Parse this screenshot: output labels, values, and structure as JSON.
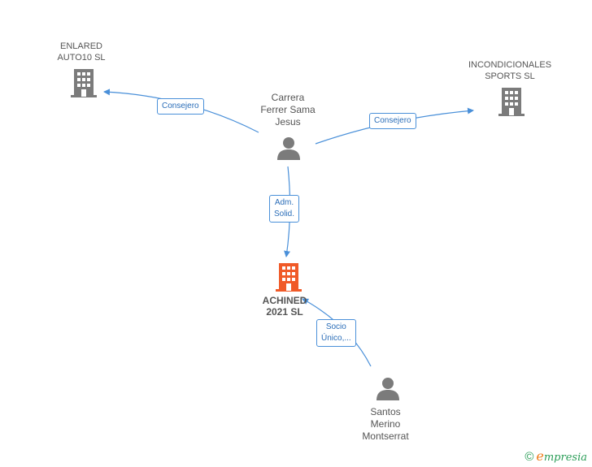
{
  "nodes": {
    "enlared": {
      "lines": [
        "ENLARED",
        "AUTO10 SL"
      ]
    },
    "incondicionales": {
      "lines": [
        "INCONDICIONALES",
        "SPORTS SL"
      ]
    },
    "carrera": {
      "lines": [
        "Carrera",
        "Ferrer Sama",
        "Jesus"
      ]
    },
    "achined": {
      "lines": [
        "ACHINED",
        "2021 SL"
      ]
    },
    "santos": {
      "lines": [
        "Santos",
        "Merino",
        "Montserrat"
      ]
    }
  },
  "edges": {
    "to_enlared": {
      "lines": [
        "Consejero"
      ]
    },
    "to_incondicionales": {
      "lines": [
        "Consejero"
      ]
    },
    "to_achined": {
      "lines": [
        "Adm.",
        "Solid."
      ]
    },
    "santos_to_achined": {
      "lines": [
        "Socio",
        "Único,..."
      ]
    }
  },
  "colors": {
    "edge": "#4a90d9",
    "building": "#7b7b7b",
    "building_main": "#f05a28",
    "person": "#7b7b7b"
  },
  "footer": {
    "copyright": "©",
    "brand_initial": "e",
    "brand_rest": "mpresia"
  }
}
